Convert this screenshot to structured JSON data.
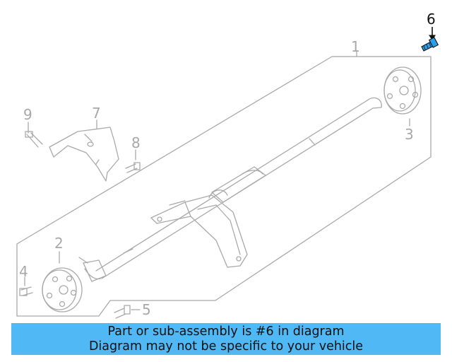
{
  "diagram": {
    "callouts": [
      {
        "id": "1",
        "label": "1",
        "highlighted": false
      },
      {
        "id": "2",
        "label": "2",
        "highlighted": false
      },
      {
        "id": "3",
        "label": "3",
        "highlighted": false
      },
      {
        "id": "4",
        "label": "4",
        "highlighted": false
      },
      {
        "id": "5",
        "label": "5",
        "highlighted": false
      },
      {
        "id": "6",
        "label": "6",
        "highlighted": true
      },
      {
        "id": "7",
        "label": "7",
        "highlighted": false
      },
      {
        "id": "8",
        "label": "8",
        "highlighted": false
      },
      {
        "id": "9",
        "label": "9",
        "highlighted": false
      }
    ],
    "colors": {
      "line": "#a9a9a9",
      "highlight_part": "#2aa0e8",
      "highlight_label": "#111111"
    }
  },
  "banner": {
    "line1": "Part or sub-assembly is #6 in diagram",
    "line2": "Diagram may not be specific to your vehicle",
    "background": "#4fb8f5"
  }
}
